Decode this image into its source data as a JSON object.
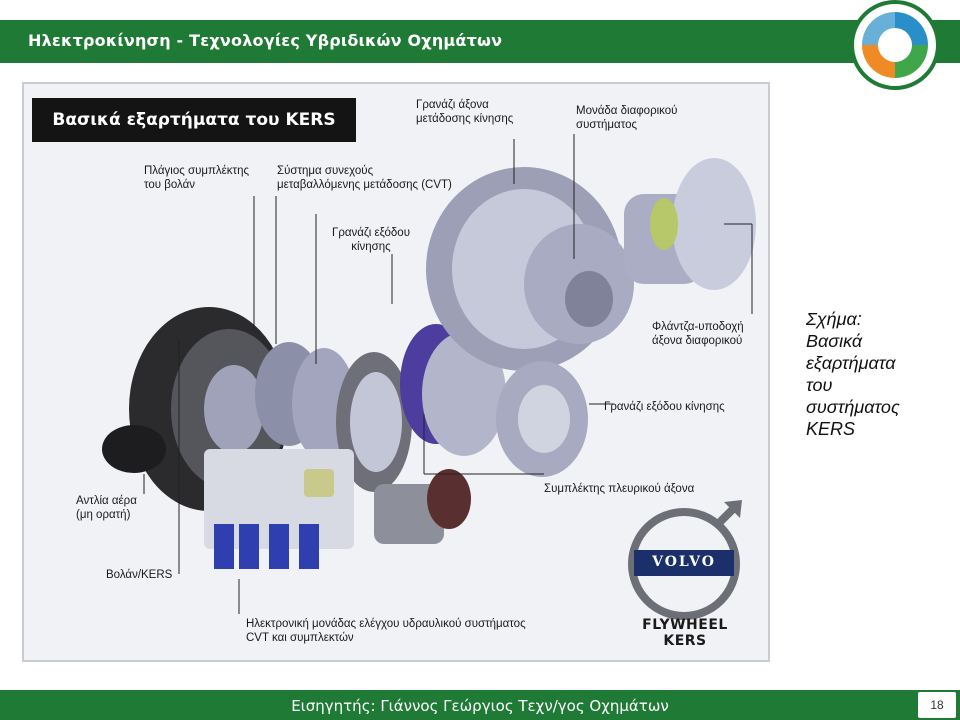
{
  "header": {
    "title": "Ηλεκτροκίνηση - Τεχνολογίες Υβριδικών Οχημάτων"
  },
  "figure": {
    "title": "Βασικά εξαρτήματα του KERS",
    "labels": {
      "gear_shaft": "Γρανάζι άξονα\nμετάδοσης κίνησης",
      "differential": "Μονάδα διαφορικού\nσυστήματος",
      "side_clutch": "Πλάγιος συμπλέκτης\nτου βολάν",
      "cvt": "Σύστημα συνεχούς\nμεταβαλλόμενης μετάδοσης (CVT)",
      "output_gear": "Γρανάζι εξόδου\nκίνησης",
      "flange": "Φλάντζα-υποδοχή\nάξονα διαφορικού",
      "output_gear2": "Γρανάζι εξόδου κίνησης",
      "side_shaft_clutch": "Συμπλέκτης πλευρικού άξονα",
      "air_pump": "Αντλία αέρα\n(μη ορατή)",
      "flywheel": "Βολάν/KERS",
      "ecu": "Ηλεκτρονική μονάδας ελέγχου υδραυλικού συστήματος\nCVT και συμπλεκτών"
    },
    "volvo_brand": "VOLVO",
    "volvo_text": "FLYWHEEL KERS"
  },
  "caption": "Σχήμα:\nΒασικά\nεξαρτήματα\nτου\nσυστήματος\nKERS",
  "footer": {
    "text": "Εισηγητής: Γιάννος Γεώργιος Τεχν/γος Οχημάτων",
    "page": "18"
  },
  "colors": {
    "header": "#1f7a35",
    "logo_blue": "#2a8fc9",
    "logo_orange": "#f08a24",
    "logo_green": "#3fa64a"
  }
}
